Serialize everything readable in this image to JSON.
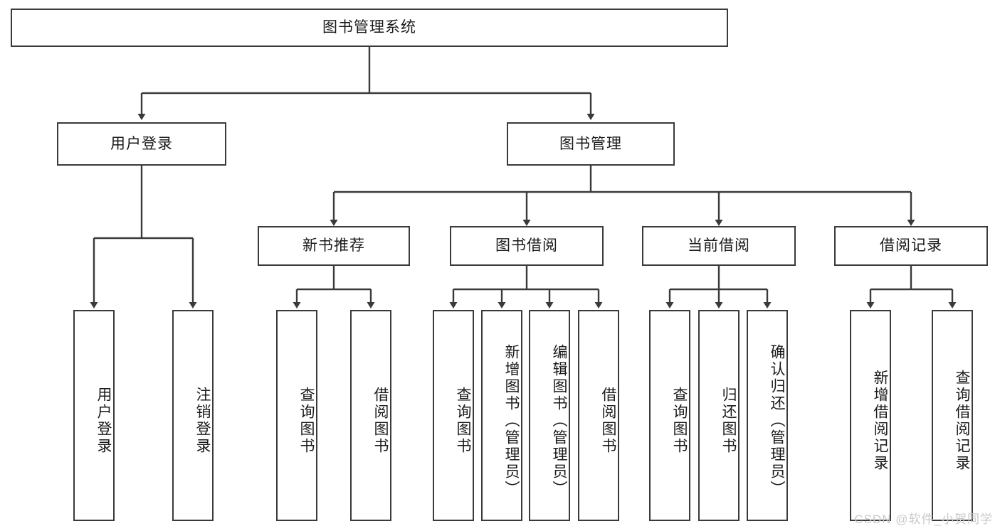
{
  "diagram": {
    "title": "图书管理系统",
    "watermark": "CSDN @软件_小贺同学",
    "colors": {
      "box_border": "#3a3a3a",
      "box_fill": "#ffffff",
      "edge": "#3a3a3a",
      "text": "#1a1a1a",
      "watermark": "#c9c9c9",
      "background": "#ffffff"
    },
    "root": {
      "label": "图书管理系统",
      "orientation": "horizontal"
    },
    "level2": [
      {
        "id": "user-login",
        "label": "用户登录",
        "orientation": "horizontal"
      },
      {
        "id": "book-manage",
        "label": "图书管理",
        "orientation": "horizontal"
      }
    ],
    "level3": [
      {
        "id": "new-book-recommend",
        "label": "新书推荐",
        "orientation": "horizontal",
        "parent": "book-manage"
      },
      {
        "id": "book-borrow",
        "label": "图书借阅",
        "orientation": "horizontal",
        "parent": "book-manage"
      },
      {
        "id": "current-borrow",
        "label": "当前借阅",
        "orientation": "horizontal",
        "parent": "book-manage"
      },
      {
        "id": "borrow-record",
        "label": "借阅记录",
        "orientation": "horizontal",
        "parent": "book-manage"
      }
    ],
    "leaves": [
      {
        "id": "leaf-user-login",
        "label": "用户登录",
        "parent": "user-login",
        "orientation": "vertical"
      },
      {
        "id": "leaf-user-logout",
        "label": "注销登录",
        "parent": "user-login",
        "orientation": "vertical"
      },
      {
        "id": "leaf-query-book-1",
        "label": "查询图书",
        "parent": "new-book-recommend",
        "orientation": "vertical"
      },
      {
        "id": "leaf-borrow-book-1",
        "label": "借阅图书",
        "parent": "new-book-recommend",
        "orientation": "vertical"
      },
      {
        "id": "leaf-query-book-2",
        "label": "查询图书",
        "parent": "book-borrow",
        "orientation": "vertical"
      },
      {
        "id": "leaf-add-book",
        "label": "新增图书（管理员）",
        "parent": "book-borrow",
        "orientation": "vertical"
      },
      {
        "id": "leaf-edit-book",
        "label": "编辑图书（管理员）",
        "parent": "book-borrow",
        "orientation": "vertical"
      },
      {
        "id": "leaf-borrow-book-2",
        "label": "借阅图书",
        "parent": "book-borrow",
        "orientation": "vertical"
      },
      {
        "id": "leaf-query-book-3",
        "label": "查询图书",
        "parent": "current-borrow",
        "orientation": "vertical"
      },
      {
        "id": "leaf-return-book",
        "label": "归还图书",
        "parent": "current-borrow",
        "orientation": "vertical"
      },
      {
        "id": "leaf-confirm-return",
        "label": "确认归还（管理员）",
        "parent": "current-borrow",
        "orientation": "vertical"
      },
      {
        "id": "leaf-add-record",
        "label": "新增借阅记录",
        "parent": "borrow-record",
        "orientation": "vertical"
      },
      {
        "id": "leaf-query-record",
        "label": "查询借阅记录",
        "parent": "borrow-record",
        "orientation": "vertical"
      }
    ]
  }
}
